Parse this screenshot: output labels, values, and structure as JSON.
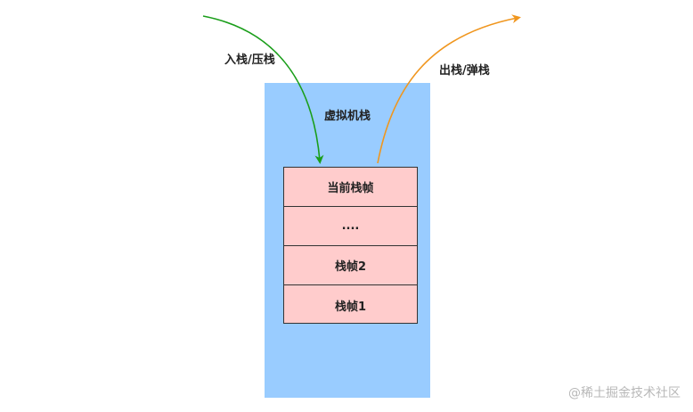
{
  "vm_stack": {
    "label": "虚拟机栈",
    "color": "#99ccff"
  },
  "frames": [
    {
      "label": "当前栈帧"
    },
    {
      "label": "...."
    },
    {
      "label": "栈帧2"
    },
    {
      "label": "栈帧1"
    }
  ],
  "frame_color": "#ffcccc",
  "arrows": {
    "push": {
      "label": "入栈/压栈",
      "color": "#1a9e1a"
    },
    "pop": {
      "label": "出栈/弹栈",
      "color": "#f0961e"
    }
  },
  "watermark": "@稀土掘金技术社区"
}
